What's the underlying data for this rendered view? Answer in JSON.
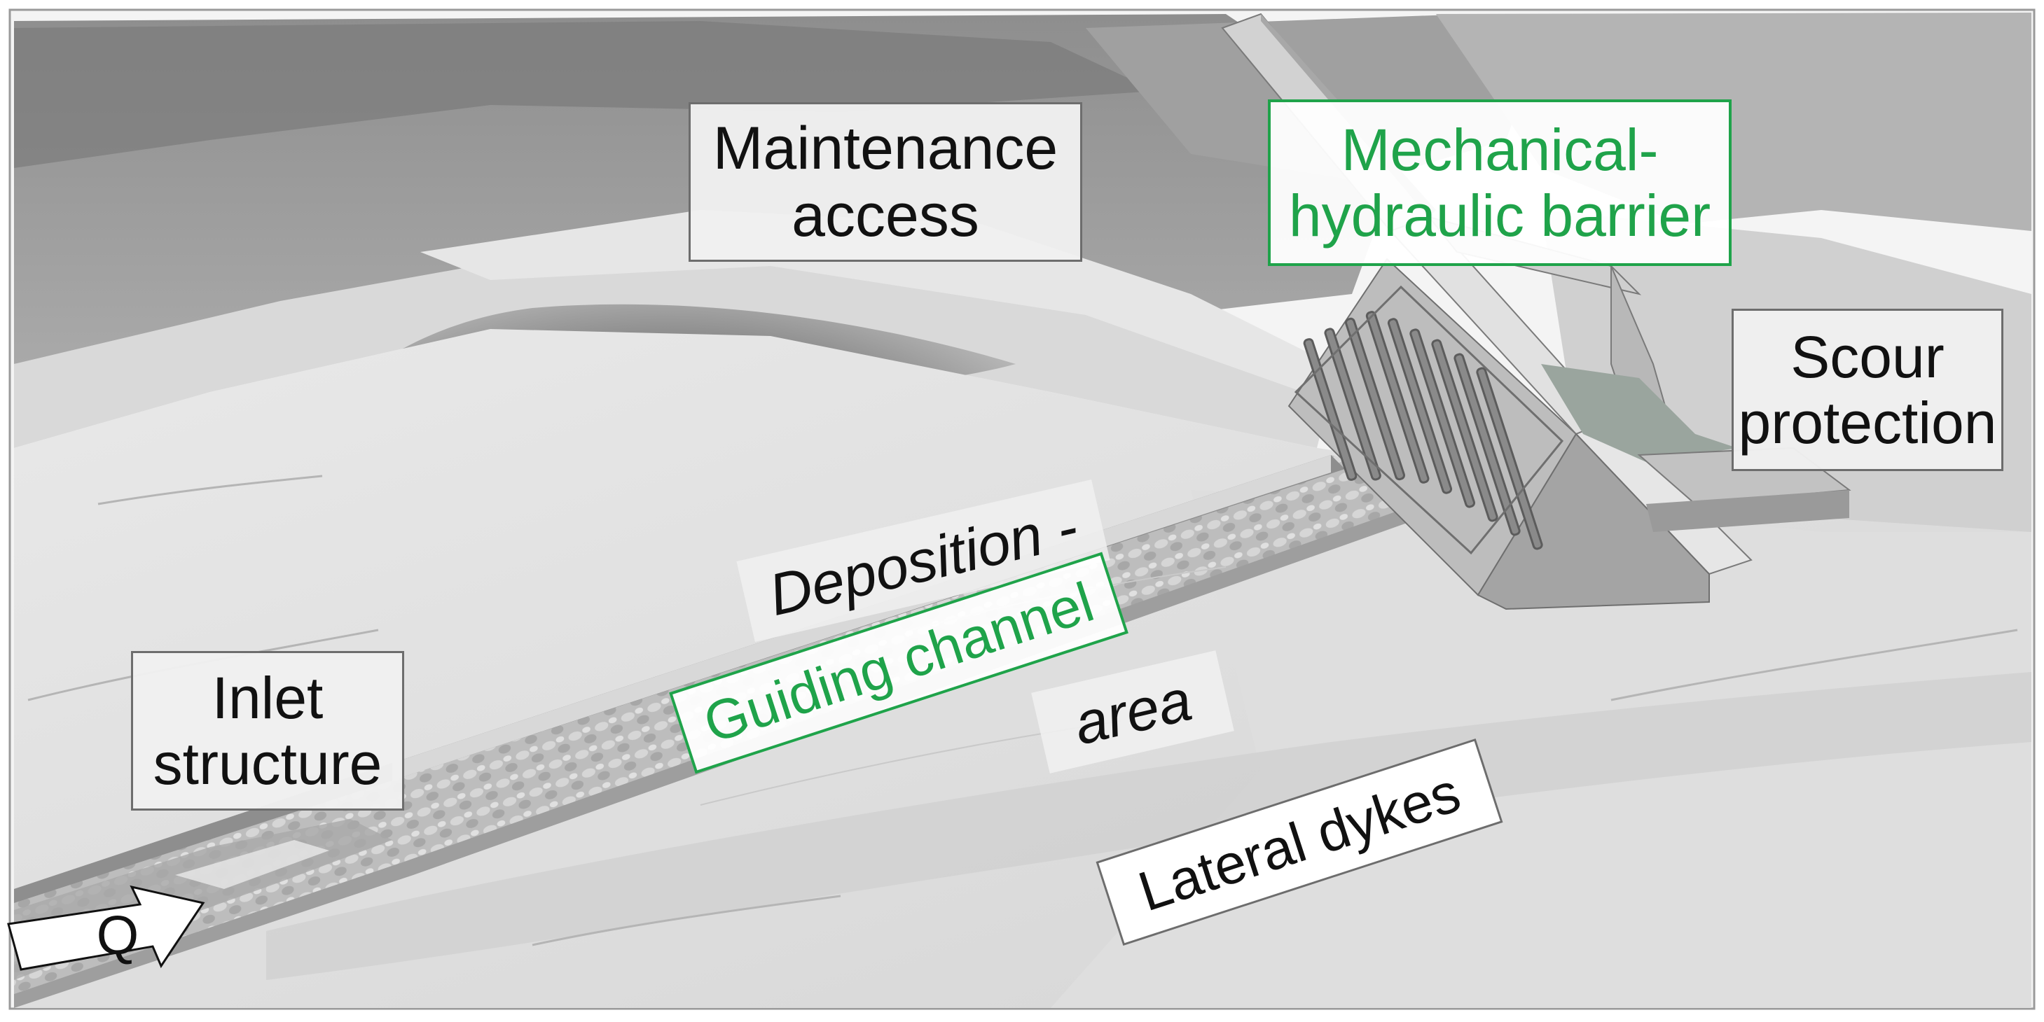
{
  "labels": {
    "maintenance_access": "Maintenance\naccess",
    "mechanical_barrier": "Mechanical-\nhydraulic barrier",
    "scour_protection": "Scour\nprotection",
    "deposition": "Deposition -",
    "guiding_channel": "Guiding channel",
    "area": "area",
    "inlet_structure": "Inlet\nstructure",
    "lateral_dykes": "Lateral dykes",
    "flow": "Q"
  },
  "colors": {
    "green_label": "#1fa34a",
    "terrain_light": "#e4e4e4",
    "terrain_dark": "#8c8c8c",
    "channel": "#b9b9b9",
    "concrete": "#c8c8c8",
    "concrete_dark": "#9a9a9a"
  }
}
